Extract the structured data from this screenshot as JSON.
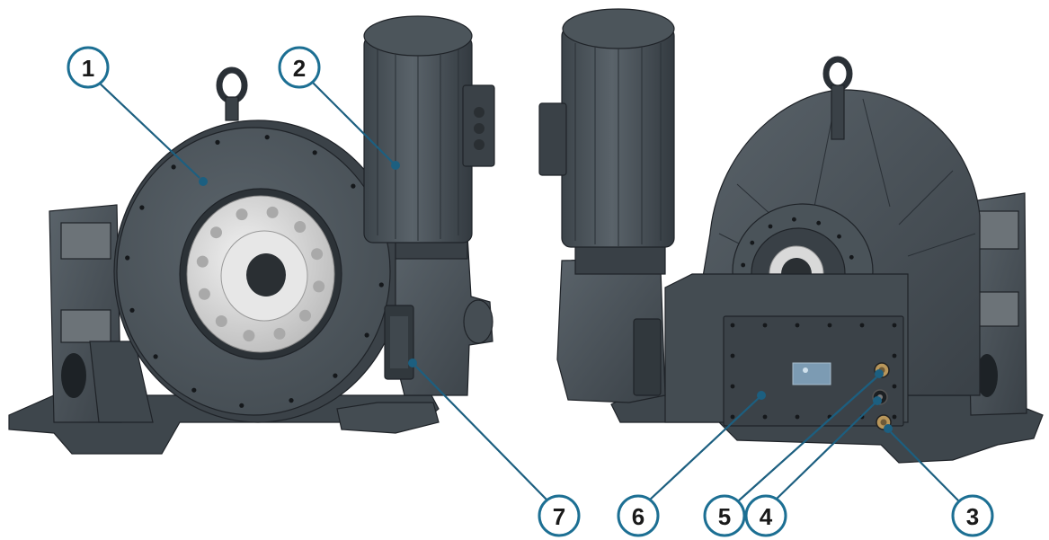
{
  "callouts": [
    {
      "label": "1"
    },
    {
      "label": "2"
    },
    {
      "label": "3"
    },
    {
      "label": "4"
    },
    {
      "label": "5"
    },
    {
      "label": "6"
    },
    {
      "label": "7"
    }
  ],
  "colors": {
    "housing": "#4a535a",
    "housing_dark": "#363d43",
    "housing_light": "#5d666d",
    "face_light": "#dcdcdc",
    "callout_stroke": "#1c6f93",
    "leader": "#1c5f80",
    "brass": "#b9975b"
  }
}
